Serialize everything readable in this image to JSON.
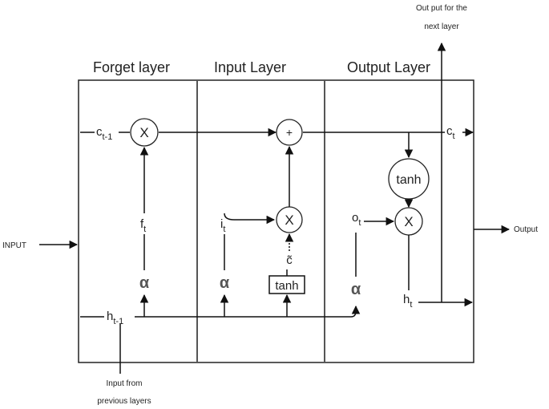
{
  "sections": {
    "forget": "Forget layer",
    "input": "Input Layer",
    "output": "Output Layer"
  },
  "top_note": {
    "line1": "Out put for the",
    "line2": "next layer"
  },
  "bottom_note": {
    "line1": "Input from",
    "line2": "previous layers"
  },
  "input_label": "INPUT",
  "output_label": "Output",
  "ops": {
    "multiply": "X",
    "add": "+",
    "tanh": "tanh"
  },
  "symbols": {
    "alpha": "α",
    "c_tilde": "c̃"
  },
  "vars": {
    "c": "c",
    "c_prev_sub": "t-1",
    "c_out_sub": "t",
    "h": "h",
    "h_prev_sub": "t-1",
    "h_out_sub": "t",
    "f": "f",
    "f_sub": "t",
    "i": "i",
    "i_sub": "t",
    "o": "o",
    "o_sub": "t"
  }
}
